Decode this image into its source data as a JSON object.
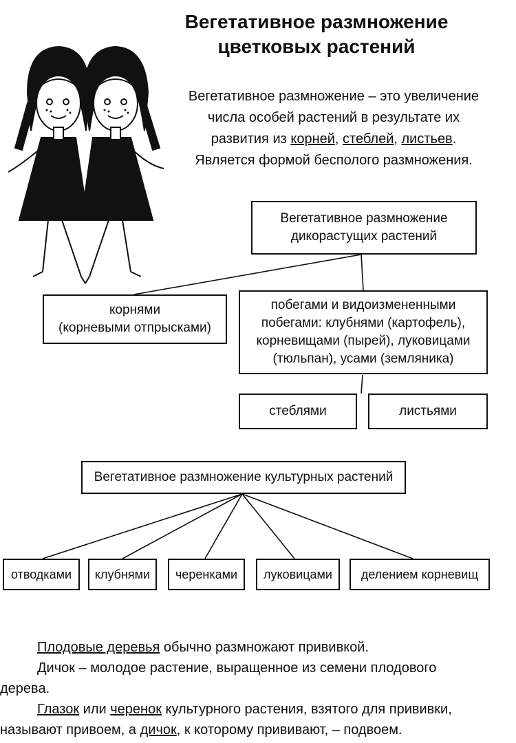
{
  "title": {
    "line1": "Вегетативное размножение",
    "line2": "цветковых растений"
  },
  "intro": {
    "p1": "Вегетативное размножение – это увеличение",
    "p2": "числа особей растений в результате их",
    "p3_pre": "развития из ",
    "p3_roots": "корней",
    "p3_sep1": ", ",
    "p3_stems": "стеблей",
    "p3_sep2": ", ",
    "p3_leaves": "листьев",
    "p3_end": ".",
    "p4": "Является формой бесполого размножения."
  },
  "wild": {
    "header_line1": "Вегетативное размножение",
    "header_line2": "дикорастущих растений",
    "roots_line1": "корнями",
    "roots_line2": "(корневыми отпрысками)",
    "shoots_line1": "побегами и видоизмененными",
    "shoots_line2": "побегами: клубнями (картофель),",
    "shoots_line3": "корневищами (пырей), луковицами",
    "shoots_line4": "(тюльпан), усами (земляника)",
    "stems": "стеблями",
    "leaves": "листьями"
  },
  "cultivated": {
    "header": "Вегетативное размножение культурных растений",
    "methods": [
      "отводками",
      "клубнями",
      "черенками",
      "луковицами",
      "делением корневищ"
    ]
  },
  "notes": {
    "n1_u": "Плодовые деревья",
    "n1_rest": " обычно размножают прививкой.",
    "n2_a": "Дичок – молодое растение, выращенное из семени плодового",
    "n2_b": "дерева.",
    "n3_u1": "Глазок",
    "n3_mid": " или ",
    "n3_u2": "черенок",
    "n3_rest": " культурного растения, взятого для прививки,",
    "n4_pre": "называют привоем, а ",
    "n4_u": "дичок",
    "n4_rest": ", к которому прививают, – подвоем."
  }
}
